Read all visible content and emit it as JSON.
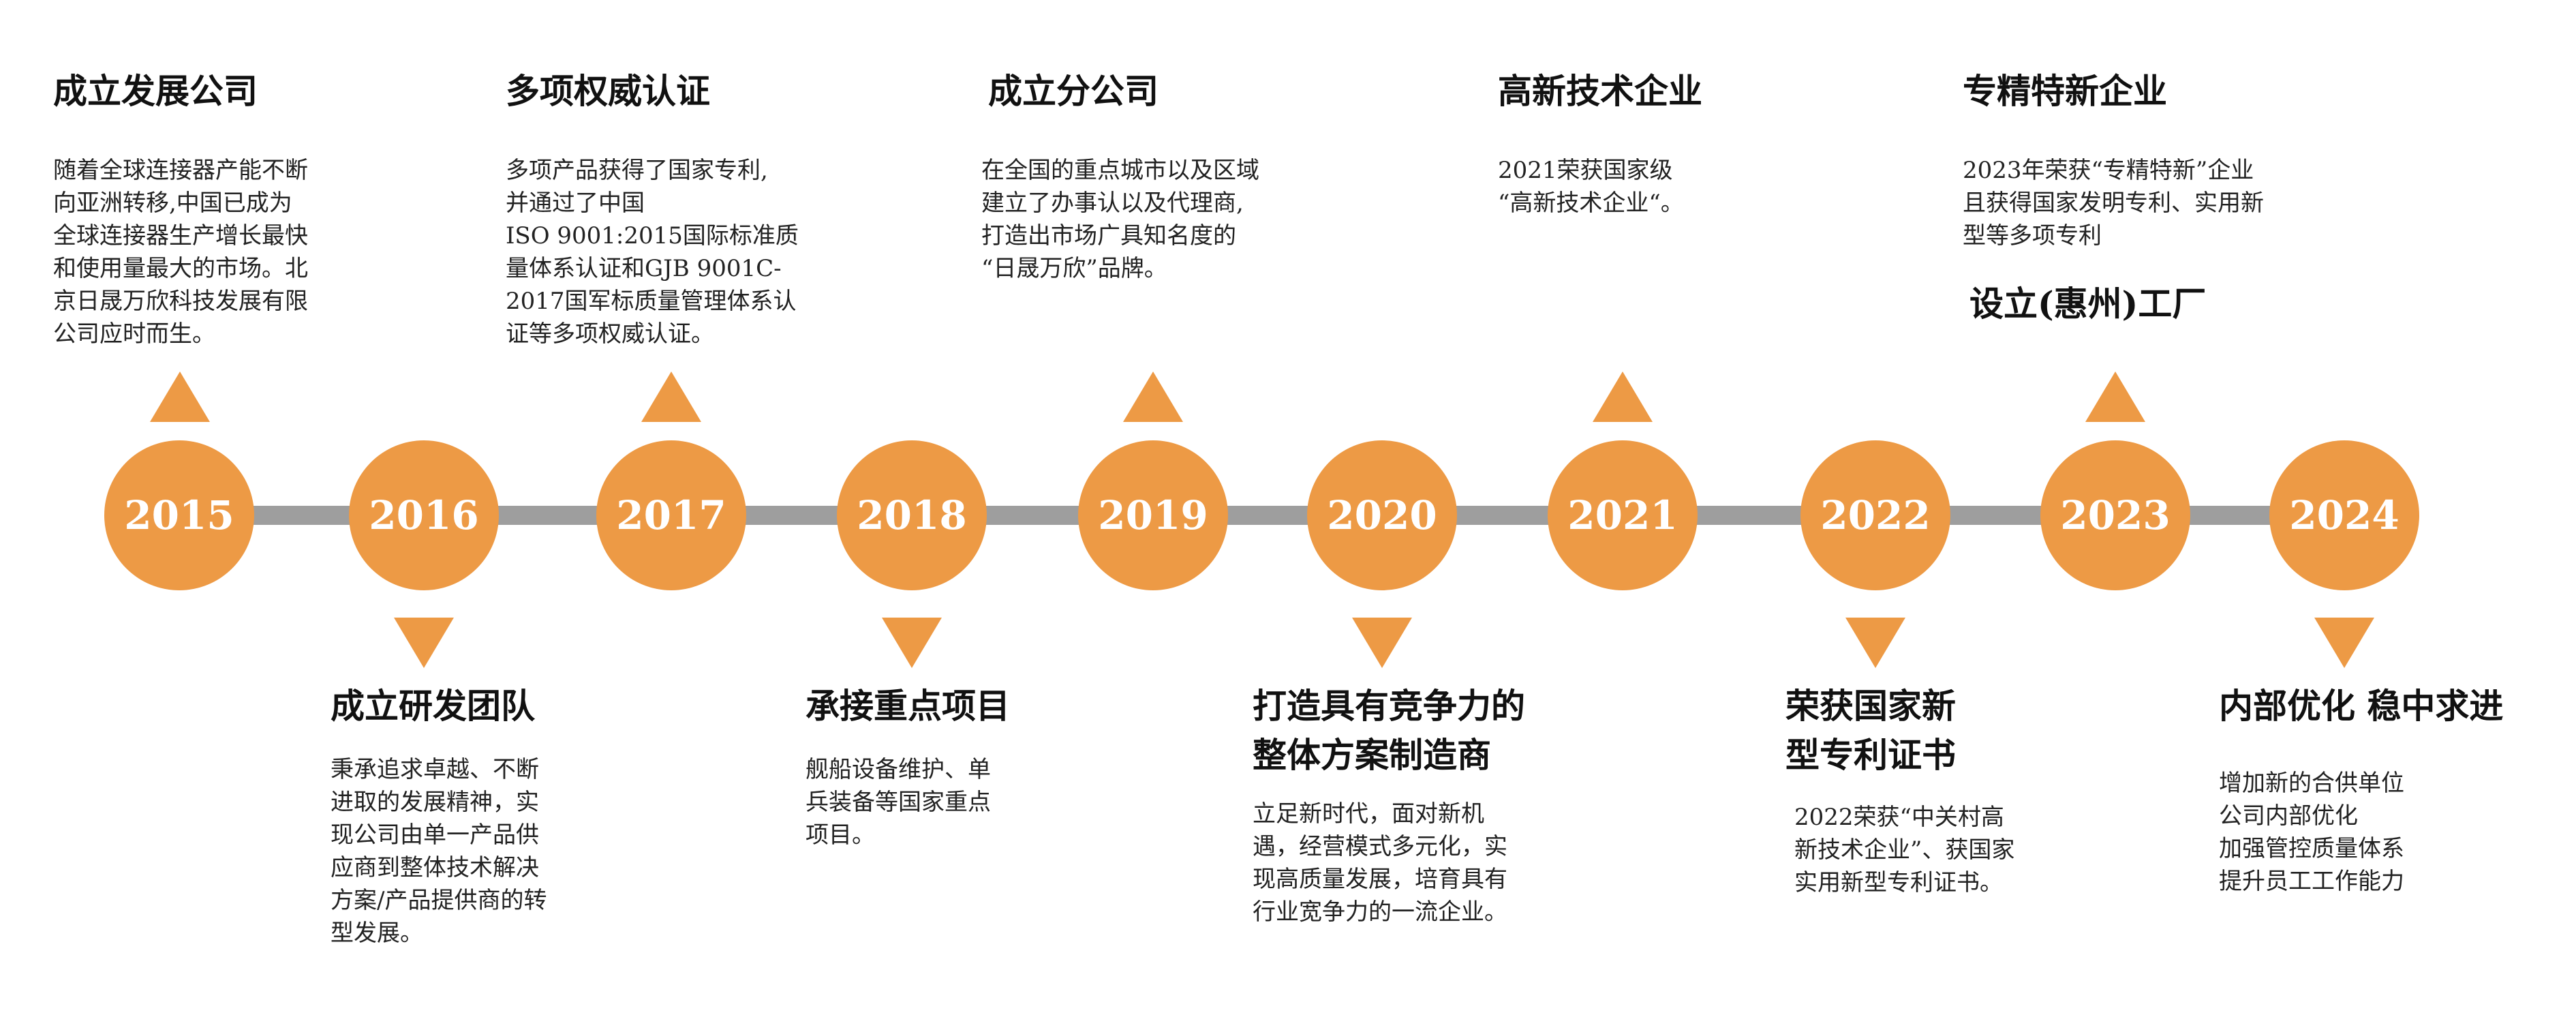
{
  "accent_color": "#ED9A45",
  "track_color": "#9e9e9e",
  "years": [
    "2015",
    "2016",
    "2017",
    "2018",
    "2019",
    "2020",
    "2021",
    "2022",
    "2023",
    "2024"
  ],
  "events": [
    {
      "year": "2015",
      "title": "成立发展公司",
      "desc": "随着全球连接器产能不断\n向亚洲转移,中国已成为\n全球连接器生产增长最快\n和使用量最大的市场。北\n京日晟万欣科技发展有限\n公司应时而生。"
    },
    {
      "year": "2016",
      "title": "成立研发团队",
      "desc": "秉承追求卓越、不断\n进取的发展精神，实\n现公司由单一产品供\n应商到整体技术解决\n方案/产品提供商的转\n型发展。"
    },
    {
      "year": "2017",
      "title": "多项权威认证",
      "desc": "多项产品获得了国家专利,\n并通过了中国\nISO 9001:2015国际标准质\n量体系认证和GJB 9001C-\n2017国军标质量管理体系认\n证等多项权威认证。"
    },
    {
      "year": "2018",
      "title": "承接重点项目",
      "desc": "舰船设备维护、单\n兵装备等国家重点\n项目。"
    },
    {
      "year": "2019",
      "title": "成立分公司",
      "desc": "在全国的重点城市以及区域\n建立了办事认以及代理商,\n打造出市场广具知名度的\n“日晟万欣”品牌。"
    },
    {
      "year": "2020",
      "title": "打造具有竞争力的\n整体方案制造商",
      "desc": "立足新时代，面对新机\n遇，经营模式多元化，实\n现高质量发展，培育具有\n行业宽争力的一流企业。"
    },
    {
      "year": "2021",
      "title": "高新技术企业",
      "desc": "2021荣获国家级\n“高新技术企业“。"
    },
    {
      "year": "2022",
      "title": "荣获国家新\n型专利证书",
      "desc": "2022荣获“中关村高\n新技术企业”、获国家\n实用新型专利证书。"
    },
    {
      "year": "2023",
      "title": "专精特新企业",
      "desc": "2023年荣获“专精特新”企业\n且获得国家发明专利、实用新\n型等多项专利",
      "extra": "设立(惠州)工厂"
    },
    {
      "year": "2024",
      "title": "内部优化 稳中求进",
      "desc": "增加新的合供单位\n公司内部优化\n加强管控质量体系\n提升员工工作能力"
    }
  ]
}
